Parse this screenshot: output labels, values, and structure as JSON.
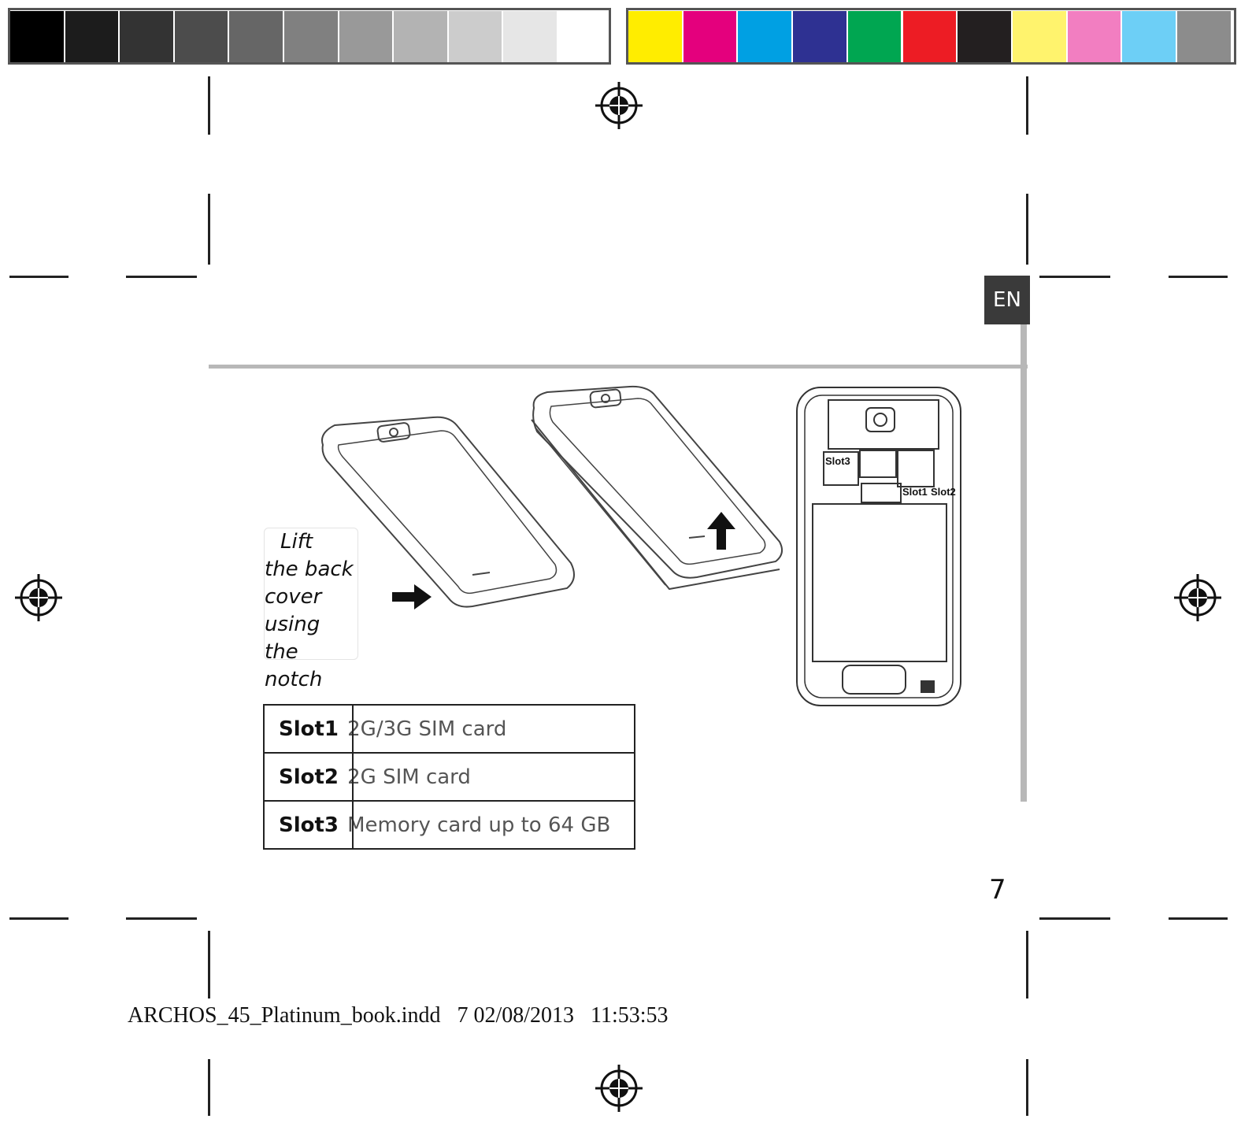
{
  "color_bar": {
    "grays": [
      "#000000",
      "#1c1c1c",
      "#333333",
      "#4c4c4c",
      "#666666",
      "#808080",
      "#999999",
      "#b3b3b3",
      "#cccccc",
      "#e6e6e6",
      "#ffffff"
    ],
    "colors": [
      "#ffed00",
      "#e4007d",
      "#00a0e3",
      "#2e3192",
      "#00a651",
      "#ed1c24",
      "#231f20",
      "#fff36d",
      "#f27ec1",
      "#6dcff6",
      "#8c8c8c"
    ]
  },
  "language_tab": "EN",
  "instruction": {
    "lines": [
      "Lift",
      "the back",
      "cover",
      "using the",
      "notch"
    ]
  },
  "phone_labels": {
    "slot3": "Slot3",
    "slot1": "Slot1",
    "slot2": "Slot2"
  },
  "slots_table": [
    {
      "name": "Slot1",
      "description": "2G/3G SIM card"
    },
    {
      "name": "Slot2",
      "description": "2G SIM card"
    },
    {
      "name": "Slot3",
      "description": "Memory card up to 64 GB"
    }
  ],
  "page_number": "7",
  "slug_line": "ARCHOS_45_Platinum_book.indd   7 02/08/2013   11:53:53"
}
